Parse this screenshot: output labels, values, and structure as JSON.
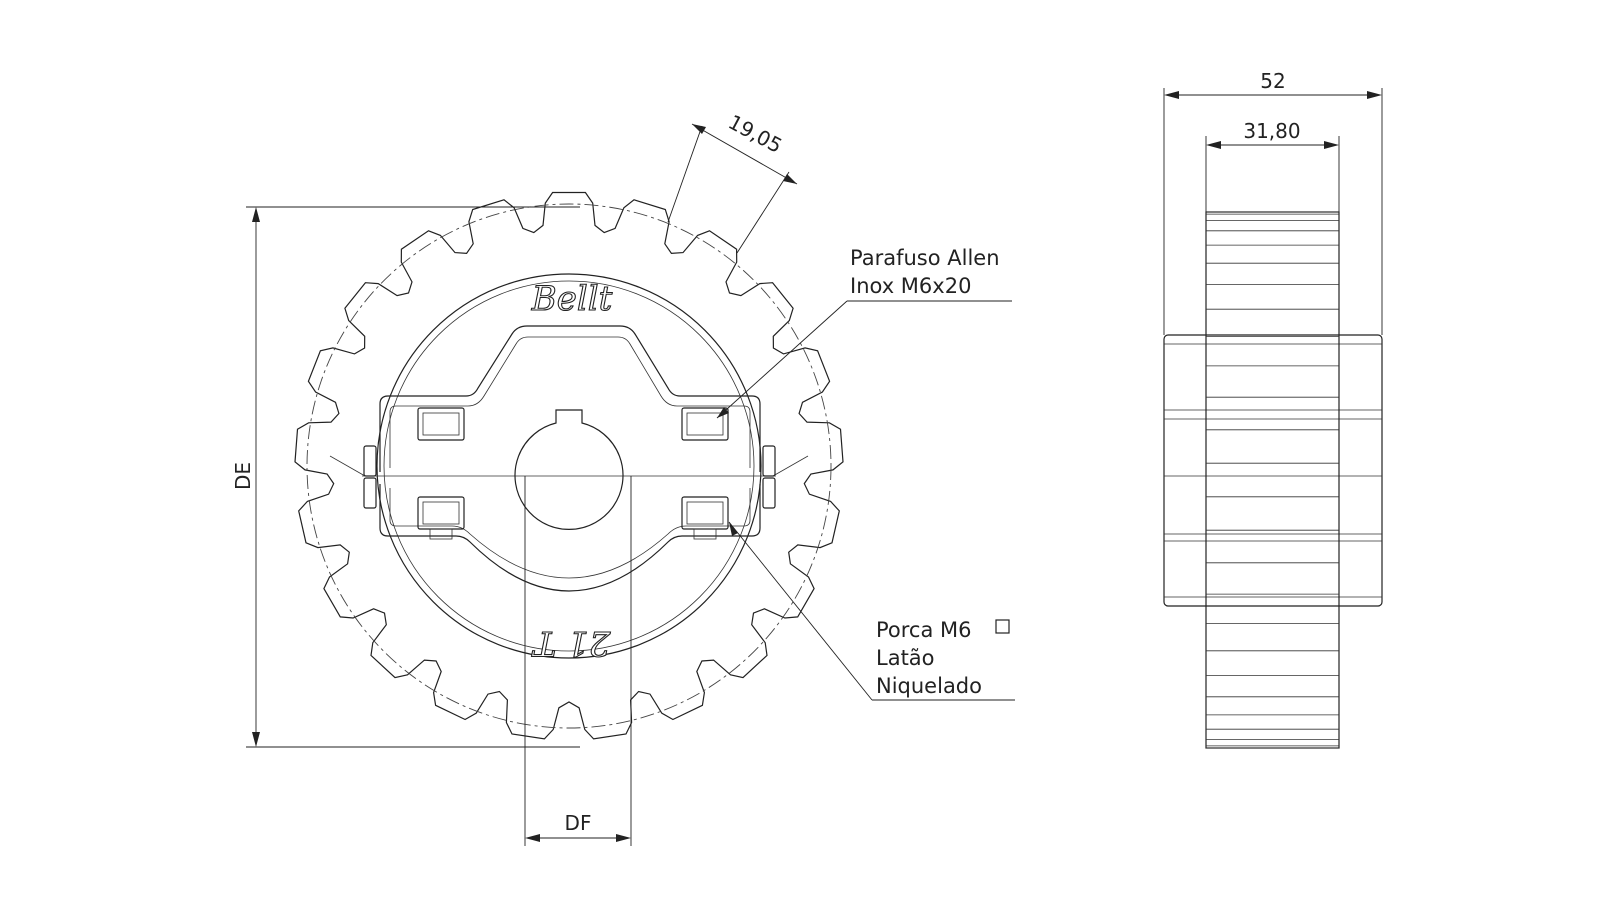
{
  "drawing": {
    "dimensions": {
      "pitch": "19,05",
      "outer_diameter": "DE",
      "bore_diameter": "DF",
      "total_width": "52",
      "tooth_width": "31,80"
    },
    "callouts": {
      "screw": {
        "line1": "Parafuso Allen",
        "line2": "Inox M6x20"
      },
      "nut": {
        "line1": "Porca M6",
        "line2": "Latão",
        "line3": "Niquelado"
      }
    },
    "engravings": {
      "brand": "Bellt",
      "tooth_count": "21 T"
    }
  }
}
